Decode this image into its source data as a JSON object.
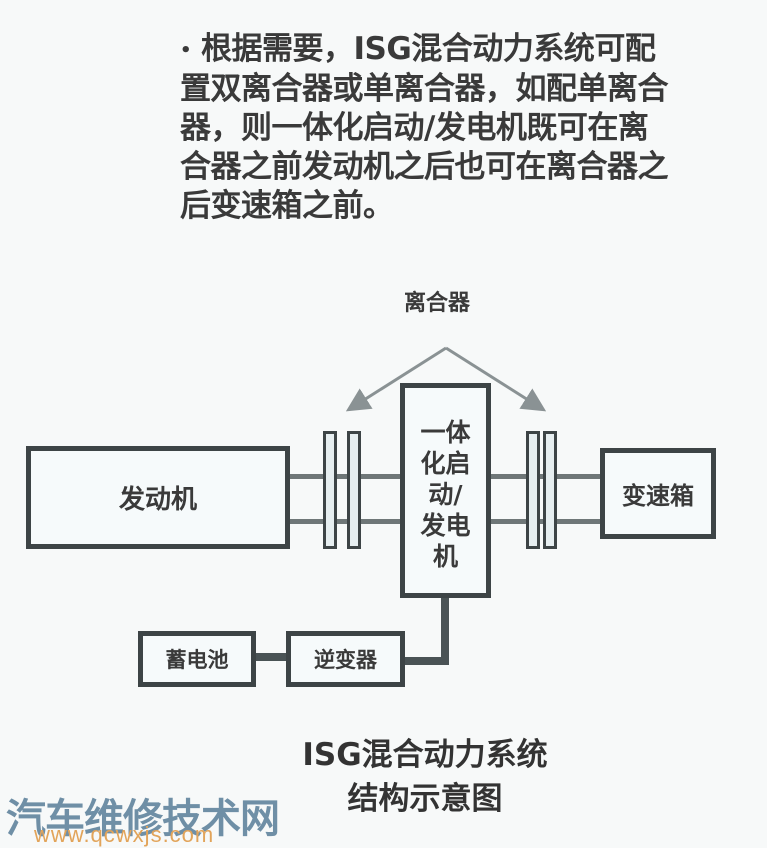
{
  "note": {
    "bullet": "•",
    "lines": [
      "根据需要，ISG混合动力系统可配",
      "置双离合器或单离合器，如配单离合",
      "器，则一体化启动/发电机既可在离",
      "合器之前发动机之后也可在离合器之",
      "后变速箱之前。"
    ]
  },
  "diagram": {
    "clutch_label": "离合器",
    "engine": "发动机",
    "isg": [
      "一体",
      "化启",
      "动/",
      "发电",
      "机"
    ],
    "transmission": "变速箱",
    "battery": "蓄电池",
    "inverter": "逆变器",
    "colors": {
      "stroke": "#3d4446",
      "shaft": "#6f7778",
      "fill": "#f6fafb",
      "arrow": "#8a9294"
    }
  },
  "caption": {
    "line1": "ISG混合动力系统",
    "line2": "结构示意图"
  },
  "watermark": {
    "name": "汽车维修技术网",
    "url": "www.qcwxjs.com",
    "name_color": "#6f8fa6",
    "url_color": "#e2a45a"
  }
}
